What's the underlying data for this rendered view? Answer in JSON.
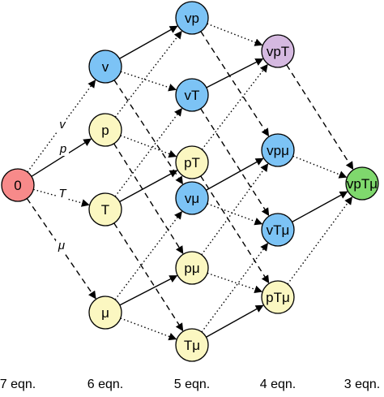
{
  "colors": {
    "start": "#f78a8a",
    "single": "#fbf7c1",
    "velocity": "#7cc3f5",
    "vpT": "#d5b9e0",
    "final": "#7fd86d",
    "stroke": "#000000"
  },
  "nodes": [
    {
      "id": "0",
      "label": "0",
      "color": "start"
    },
    {
      "id": "v",
      "label": "v",
      "color": "velocity"
    },
    {
      "id": "p",
      "label": "p",
      "color": "single"
    },
    {
      "id": "T",
      "label": "T",
      "color": "single"
    },
    {
      "id": "mu",
      "label": "μ",
      "color": "single"
    },
    {
      "id": "vp",
      "label": "vp",
      "color": "velocity"
    },
    {
      "id": "vT",
      "label": "vT",
      "color": "velocity"
    },
    {
      "id": "pT",
      "label": "pT",
      "color": "single"
    },
    {
      "id": "vmu",
      "label": "vμ",
      "color": "velocity"
    },
    {
      "id": "pmu",
      "label": "pμ",
      "color": "single"
    },
    {
      "id": "Tmu",
      "label": "Tμ",
      "color": "single"
    },
    {
      "id": "vpT",
      "label": "vpT",
      "color": "vpT"
    },
    {
      "id": "vpmu",
      "label": "vpμ",
      "color": "velocity"
    },
    {
      "id": "vTmu",
      "label": "vTμ",
      "color": "velocity"
    },
    {
      "id": "pTmu",
      "label": "pTμ",
      "color": "single"
    },
    {
      "id": "vpTmu",
      "label": "vpTμ",
      "color": "final"
    }
  ],
  "edges": [
    {
      "from": "0",
      "to": "v",
      "style": "dotted",
      "label": "v"
    },
    {
      "from": "0",
      "to": "p",
      "style": "solid",
      "label": "p"
    },
    {
      "from": "0",
      "to": "T",
      "style": "dotted",
      "label": "T"
    },
    {
      "from": "0",
      "to": "mu",
      "style": "dashed",
      "label": "μ"
    },
    {
      "from": "v",
      "to": "vp",
      "style": "solid"
    },
    {
      "from": "v",
      "to": "vT",
      "style": "dotted"
    },
    {
      "from": "v",
      "to": "vmu",
      "style": "dashed"
    },
    {
      "from": "p",
      "to": "vp",
      "style": "dotted"
    },
    {
      "from": "p",
      "to": "pT",
      "style": "dotted"
    },
    {
      "from": "p",
      "to": "pmu",
      "style": "dashed"
    },
    {
      "from": "T",
      "to": "vT",
      "style": "dotted"
    },
    {
      "from": "T",
      "to": "pT",
      "style": "solid"
    },
    {
      "from": "T",
      "to": "Tmu",
      "style": "dashed"
    },
    {
      "from": "mu",
      "to": "vmu",
      "style": "dotted"
    },
    {
      "from": "mu",
      "to": "pmu",
      "style": "solid"
    },
    {
      "from": "mu",
      "to": "Tmu",
      "style": "dotted"
    },
    {
      "from": "vp",
      "to": "vpT",
      "style": "dotted"
    },
    {
      "from": "vp",
      "to": "vpmu",
      "style": "dashed"
    },
    {
      "from": "vT",
      "to": "vpT",
      "style": "solid"
    },
    {
      "from": "vT",
      "to": "vTmu",
      "style": "dashed"
    },
    {
      "from": "pT",
      "to": "vpT",
      "style": "dotted"
    },
    {
      "from": "pT",
      "to": "pTmu",
      "style": "dashed"
    },
    {
      "from": "vmu",
      "to": "vpmu",
      "style": "solid"
    },
    {
      "from": "vmu",
      "to": "vTmu",
      "style": "dotted"
    },
    {
      "from": "pmu",
      "to": "vpmu",
      "style": "dotted"
    },
    {
      "from": "pmu",
      "to": "pTmu",
      "style": "dotted"
    },
    {
      "from": "Tmu",
      "to": "vTmu",
      "style": "dotted"
    },
    {
      "from": "Tmu",
      "to": "pTmu",
      "style": "solid"
    },
    {
      "from": "vpT",
      "to": "vpTmu",
      "style": "dashed"
    },
    {
      "from": "vpmu",
      "to": "vpTmu",
      "style": "dotted"
    },
    {
      "from": "vTmu",
      "to": "vpTmu",
      "style": "solid"
    },
    {
      "from": "pTmu",
      "to": "vpTmu",
      "style": "dotted"
    }
  ],
  "columns": [
    {
      "label": "7 eqn."
    },
    {
      "label": "6 eqn."
    },
    {
      "label": "5 eqn."
    },
    {
      "label": "4 eqn."
    },
    {
      "label": "3 eqn."
    }
  ]
}
